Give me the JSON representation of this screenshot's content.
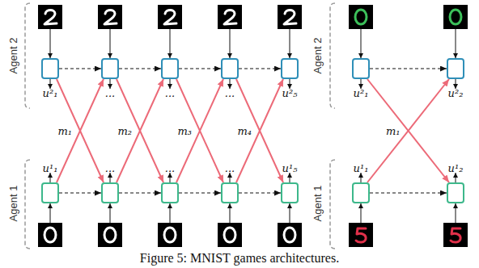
{
  "diagram": {
    "caption": "Figure 5: MNIST games architectures.",
    "nodes": [
      {
        "text": [
          "u²₁"
        ]
      },
      {
        "text": [
          "..."
        ]
      },
      {
        "text": [
          "..."
        ]
      },
      {
        "text": [
          "..."
        ]
      },
      {
        "text": [
          "u²₅"
        ]
      },
      {
        "text": [
          "u¹₁"
        ]
      },
      {
        "text": [
          "..."
        ]
      },
      {
        "text": [
          "..."
        ]
      },
      {
        "text": [
          "..."
        ]
      },
      {
        "text": [
          "u¹₅"
        ]
      },
      {
        "text": [
          "u²₁"
        ]
      },
      {
        "text": [
          "u²₂"
        ]
      },
      {
        "text": [
          "u¹₁"
        ]
      },
      {
        "text": [
          "u¹₂"
        ]
      }
    ],
    "edges": [
      {
        "from": 0,
        "to": 1,
        "arrow": "to"
      },
      {
        "from": 1,
        "to": 2,
        "arrow": "to"
      },
      {
        "from": 2,
        "to": 3,
        "arrow": "to"
      },
      {
        "from": 3,
        "to": 4,
        "arrow": "to"
      },
      {
        "from": 5,
        "to": 6,
        "arrow": "to"
      },
      {
        "from": 6,
        "to": 7,
        "arrow": "to"
      },
      {
        "from": 7,
        "to": 8,
        "arrow": "to"
      },
      {
        "from": 8,
        "to": 9,
        "arrow": "to"
      },
      {
        "from": 0,
        "to": 6,
        "label": "m₁",
        "arrow": "to"
      },
      {
        "from": 5,
        "to": 1,
        "arrow": "to"
      },
      {
        "from": 1,
        "to": 7,
        "label": "m₂",
        "arrow": "to"
      },
      {
        "from": 6,
        "to": 2,
        "arrow": "to"
      },
      {
        "from": 2,
        "to": 8,
        "label": "m₃",
        "arrow": "to"
      },
      {
        "from": 7,
        "to": 3,
        "arrow": "to"
      },
      {
        "from": 3,
        "to": 9,
        "label": "m₄",
        "arrow": "to"
      },
      {
        "from": 8,
        "to": 4,
        "arrow": "to"
      },
      {
        "from": 10,
        "to": 11,
        "arrow": "to"
      },
      {
        "from": 12,
        "to": 13,
        "arrow": "to"
      },
      {
        "from": 10,
        "to": 13,
        "label": "m₁",
        "arrow": "to"
      },
      {
        "from": 12,
        "to": 11,
        "arrow": "to"
      }
    ],
    "labels": [
      "Agent 2",
      "Agent 1",
      "Agent 2",
      "Agent 1"
    ]
  }
}
